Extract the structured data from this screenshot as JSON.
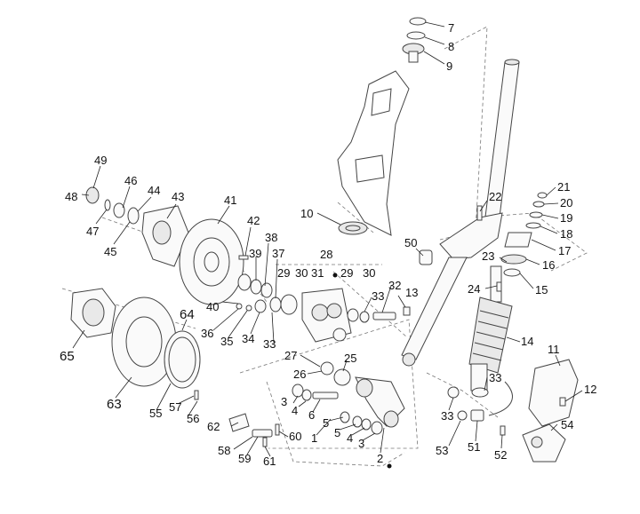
{
  "diagram": {
    "callouts": [
      {
        "id": "c7",
        "text": "7"
      },
      {
        "id": "c8",
        "text": "8"
      },
      {
        "id": "c9",
        "text": "9"
      },
      {
        "id": "c49",
        "text": "49"
      },
      {
        "id": "c46",
        "text": "46"
      },
      {
        "id": "c44",
        "text": "44"
      },
      {
        "id": "c43",
        "text": "43"
      },
      {
        "id": "c48",
        "text": "48"
      },
      {
        "id": "c47",
        "text": "47"
      },
      {
        "id": "c45",
        "text": "45"
      },
      {
        "id": "c41",
        "text": "41"
      },
      {
        "id": "c42",
        "text": "42"
      },
      {
        "id": "c10",
        "text": "10"
      },
      {
        "id": "c22",
        "text": "22"
      },
      {
        "id": "c21",
        "text": "21"
      },
      {
        "id": "c20",
        "text": "20"
      },
      {
        "id": "c19",
        "text": "19"
      },
      {
        "id": "c18",
        "text": "18"
      },
      {
        "id": "c17",
        "text": "17"
      },
      {
        "id": "c16",
        "text": "16"
      },
      {
        "id": "c15",
        "text": "15"
      },
      {
        "id": "c23",
        "text": "23"
      },
      {
        "id": "c24",
        "text": "24"
      },
      {
        "id": "c50",
        "text": "50"
      },
      {
        "id": "c38",
        "text": "38"
      },
      {
        "id": "c39",
        "text": "39"
      },
      {
        "id": "c37",
        "text": "37"
      },
      {
        "id": "c28",
        "text": "28"
      },
      {
        "id": "c29a",
        "text": "29"
      },
      {
        "id": "c30a",
        "text": "30"
      },
      {
        "id": "c31",
        "text": "31"
      },
      {
        "id": "c29b",
        "text": "29"
      },
      {
        "id": "c30b",
        "text": "30"
      },
      {
        "id": "c32",
        "text": "32"
      },
      {
        "id": "c33a",
        "text": "33"
      },
      {
        "id": "c13",
        "text": "13"
      },
      {
        "id": "c40",
        "text": "40"
      },
      {
        "id": "c36",
        "text": "36"
      },
      {
        "id": "c35",
        "text": "35"
      },
      {
        "id": "c34",
        "text": "34"
      },
      {
        "id": "c33b",
        "text": "33"
      },
      {
        "id": "c64",
        "text": "64"
      },
      {
        "id": "c65",
        "text": "65"
      },
      {
        "id": "c63",
        "text": "63"
      },
      {
        "id": "c55",
        "text": "55"
      },
      {
        "id": "c57",
        "text": "57"
      },
      {
        "id": "c56",
        "text": "56"
      },
      {
        "id": "c27",
        "text": "27"
      },
      {
        "id": "c26",
        "text": "26"
      },
      {
        "id": "c25",
        "text": "25"
      },
      {
        "id": "c14",
        "text": "14"
      },
      {
        "id": "c11",
        "text": "11"
      },
      {
        "id": "c12",
        "text": "12"
      },
      {
        "id": "c33c",
        "text": "33"
      },
      {
        "id": "c33d",
        "text": "33"
      },
      {
        "id": "c3a",
        "text": "3"
      },
      {
        "id": "c4a",
        "text": "4"
      },
      {
        "id": "c6",
        "text": "6"
      },
      {
        "id": "c5a",
        "text": "5"
      },
      {
        "id": "c5b",
        "text": "5"
      },
      {
        "id": "c4b",
        "text": "4"
      },
      {
        "id": "c3b",
        "text": "3"
      },
      {
        "id": "c1",
        "text": "1"
      },
      {
        "id": "c2",
        "text": "2"
      },
      {
        "id": "c62",
        "text": "62"
      },
      {
        "id": "c60",
        "text": "60"
      },
      {
        "id": "c58",
        "text": "58"
      },
      {
        "id": "c59",
        "text": "59"
      },
      {
        "id": "c61",
        "text": "61"
      },
      {
        "id": "c53",
        "text": "53"
      },
      {
        "id": "c51",
        "text": "51"
      },
      {
        "id": "c52",
        "text": "52"
      },
      {
        "id": "c54",
        "text": "54"
      }
    ]
  }
}
